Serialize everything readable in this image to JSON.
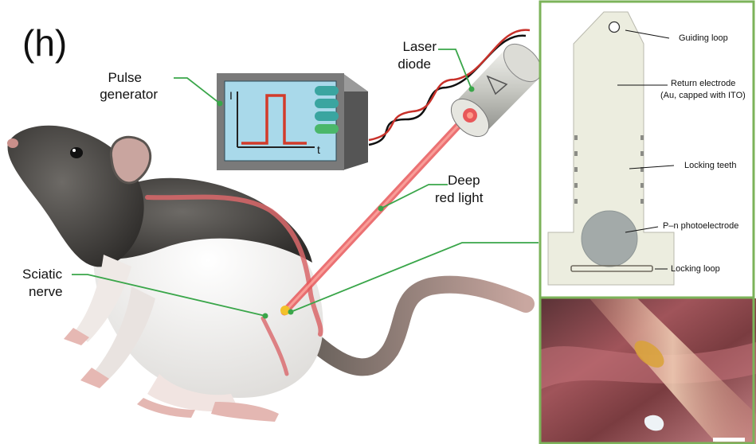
{
  "panel_label": "(h)",
  "labels": {
    "pulse_generator": [
      "Pulse",
      "generator"
    ],
    "laser_diode": [
      "Laser",
      "diode"
    ],
    "deep_red_light": [
      "Deep",
      "red light"
    ],
    "sciatic_nerve": [
      "Sciatic",
      "nerve"
    ]
  },
  "plot_axes": {
    "y": "I",
    "x": "t"
  },
  "device_labels": {
    "guiding_loop": "Guiding loop",
    "return_electrode": [
      "Return electrode",
      "(Au, capped with ITO)"
    ],
    "locking_teeth": "Locking teeth",
    "photoelectrode": "P–n photoelectrode",
    "locking_loop": "Locking loop"
  },
  "colors": {
    "callout_line": "#3aa64a",
    "panel_border": "#7cb35a",
    "laser_beam": "#e8585a",
    "generator_screen": "#a9d9ea",
    "pulse_trace": "#d23b2a",
    "indicator_teal": "#3aa5a0",
    "indicator_green": "#4bb76a"
  }
}
